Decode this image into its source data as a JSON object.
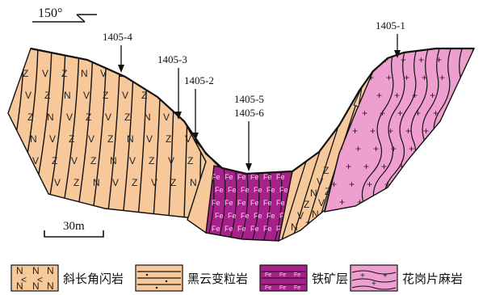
{
  "orientation": "150°",
  "samples": [
    {
      "id": "1405-4"
    },
    {
      "id": "1405-3"
    },
    {
      "id": "1405-2"
    },
    {
      "id": "1405-5"
    },
    {
      "id": "1405-6"
    },
    {
      "id": "1405-1"
    }
  ],
  "scale_bar": "30m",
  "ore_symbol": "Fe",
  "legend": [
    {
      "label": "斜长角闪岩"
    },
    {
      "label": "黑云变粒岩"
    },
    {
      "label": "铁矿层"
    },
    {
      "label": "花岗片麻岩"
    }
  ],
  "colors": {
    "amphibolite": "#f6c89a",
    "biotite_granulite": "#f6c89a",
    "iron_ore": "#a6228a",
    "granite_gneiss": "#ee9fcf",
    "outline": "#111111"
  }
}
